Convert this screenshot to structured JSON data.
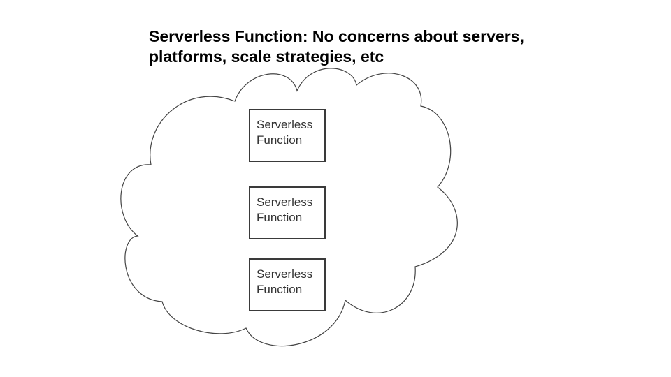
{
  "title": {
    "line1": "Serverless Function: No concerns about servers,",
    "line2": "platforms, scale strategies, etc"
  },
  "cloud": {
    "stroke_color": "#444444",
    "fill_color": "#ffffff"
  },
  "boxes": [
    {
      "line1": "Serverless",
      "line2": "Function"
    },
    {
      "line1": "Serverless",
      "line2": "Function"
    },
    {
      "line1": "Serverless",
      "line2": "Function"
    }
  ]
}
